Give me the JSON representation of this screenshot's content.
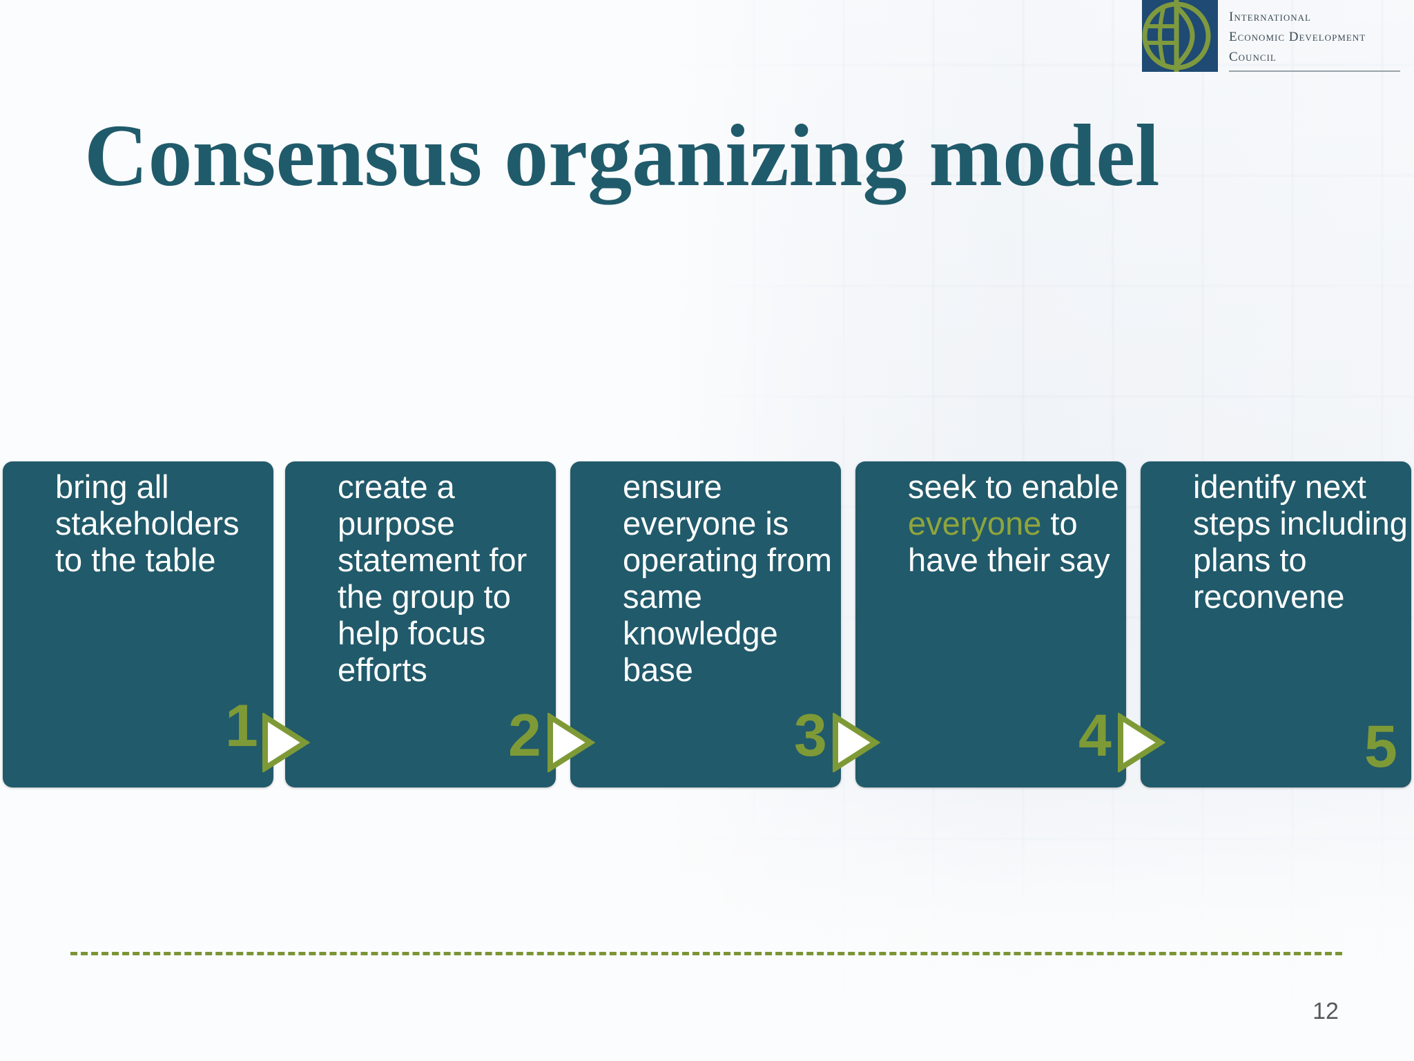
{
  "logo": {
    "icon": "globe-icon",
    "lines": [
      "International",
      "Economic Development",
      "Council"
    ]
  },
  "title": "Consensus organizing model",
  "steps": [
    {
      "number": "1",
      "text_before": "bring all stakeholders to the table",
      "highlight": "",
      "text_after": ""
    },
    {
      "number": "2",
      "text_before": "create a purpose statement for the group to help focus efforts",
      "highlight": "",
      "text_after": ""
    },
    {
      "number": "3",
      "text_before": "ensure everyone is operating from same knowledge base",
      "highlight": "",
      "text_after": ""
    },
    {
      "number": "4",
      "text_before": "seek to enable ",
      "highlight": "everyone",
      "text_after": " to have their say"
    },
    {
      "number": "5",
      "text_before": "identify next steps including plans to reconvene",
      "highlight": "",
      "text_after": ""
    }
  ],
  "page_number": "12",
  "colors": {
    "title": "#205b6b",
    "box": "#215a6a",
    "accent_green": "#7e9a37",
    "logo_blue": "#1f4a73"
  }
}
